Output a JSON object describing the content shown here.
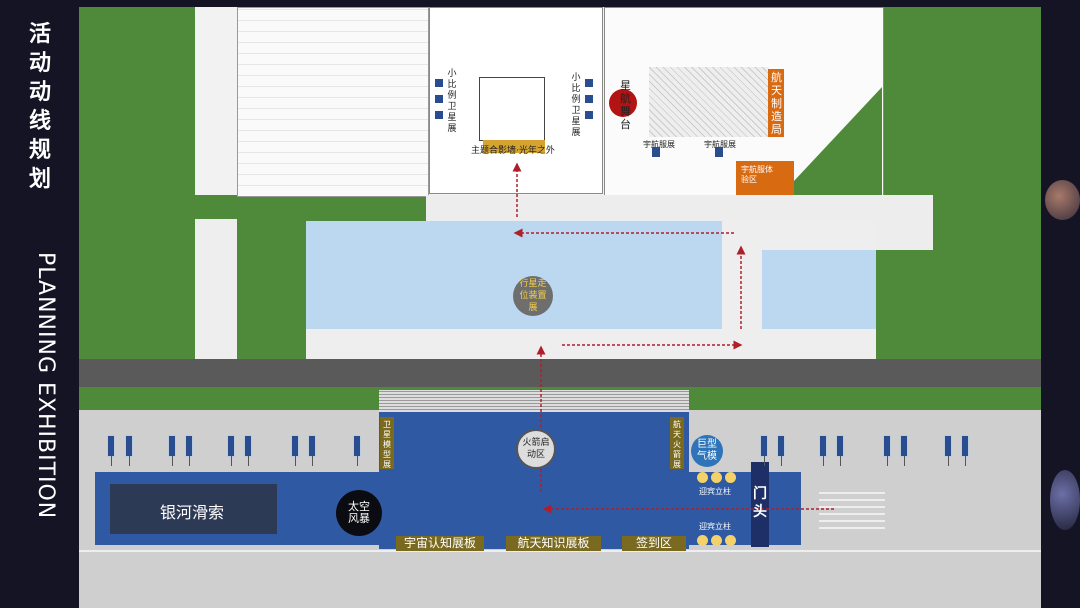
{
  "side_title": [
    "活",
    "动",
    "动",
    "线",
    "规",
    "划"
  ],
  "side_subtitle": "PLANNING EXHIBITION",
  "map": {
    "satellite_exhibit": "小比例卫星展",
    "satellite_exhibit_2": "小比例卫星展",
    "star_stage": [
      "星",
      "航",
      "舞",
      "台"
    ],
    "aerospace_bureau": "航天制造局",
    "photo_wall": "主题合影墙·光年之外",
    "astronaut_suit_1": "宇航服展",
    "astronaut_suit_2": "宇航服展",
    "astronaut_experience": "宇航服体验区",
    "planet_exhibit": "行星走位装置展",
    "satellite_model": "卫星模型展",
    "rocket_model": "航天火箭展",
    "rocket_launch": "火箭启动区",
    "giant_balloon": "巨型气模",
    "welcome_pillar_1": "迎宾立柱",
    "welcome_pillar_2": "迎宾立柱",
    "gate": "门头",
    "galaxy_slide": "银河滑索",
    "space_storm": "太空风暴",
    "board_universe": "宇宙认知展板",
    "board_aerospace": "航天知识展板",
    "signin": "签到区"
  },
  "colors": {
    "grass": "#4e8a3a",
    "stage_blue": "#2f5aa3",
    "water": "#bcd8f0",
    "road": "#5a5a5a",
    "accent_orange": "#d86a12",
    "dark_red": "#b31313",
    "arrow_red": "#b01e2a"
  }
}
